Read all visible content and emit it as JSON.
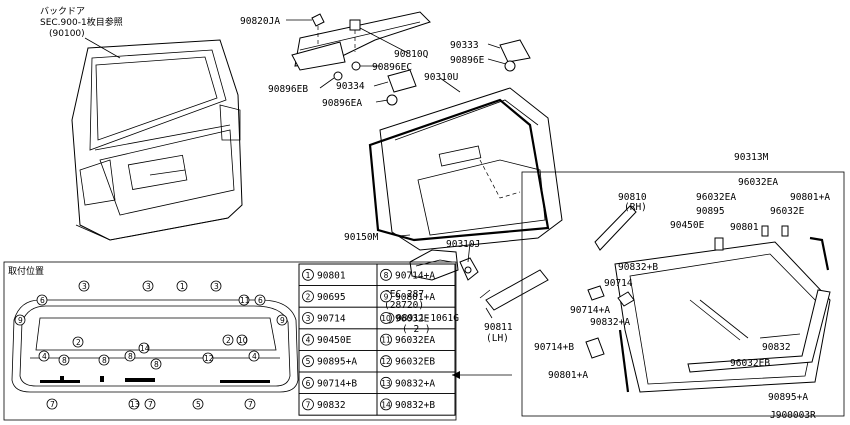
{
  "sec_note": {
    "line1": "バックドア",
    "line2": "SEC.900-1枚目参照",
    "line3": "(90100)"
  },
  "callouts": {
    "c90820JA": "90820JA",
    "c90810Q": "90810Q",
    "c90896EC": "90896EC",
    "c90896EB": "90896EB",
    "c90333": "90333",
    "c90896E": "90896E",
    "c90334": "90334",
    "c90310U": "90310U",
    "c90896EA": "90896EA",
    "c90150M": "90150M",
    "c90310J": "90310J",
    "c90313M": "90313M",
    "c90810": "90810",
    "c90810_rh": "(RH)",
    "c96032EA": "96032EA",
    "c96032EA_b": "96032EA",
    "c90801A_top": "90801+A",
    "c90895": "90895",
    "c96032E": "96032E",
    "c90450E": "90450E",
    "c90801": "90801",
    "c90832B": "90832+B",
    "c90714": "90714",
    "c90714A": "90714+A",
    "c90832A": "90832+A",
    "c90714B": "90714+B",
    "c90832": "90832",
    "c96032EB": "96032EB",
    "c90801A_bot": "90801+A",
    "c90895A": "90895+A",
    "c90811": "90811",
    "c90811_lh": "(LH)",
    "sec287": "SEC.287",
    "sec287_sub": "(28720)",
    "c08911": "08911-1061G",
    "c08911_qty": "( 2 )",
    "c08911_n": "N",
    "diagram_code": "J900003R"
  },
  "inset": {
    "title": "取付位置",
    "legend": [
      {
        "num": "1",
        "part": "90801"
      },
      {
        "num": "2",
        "part": "90695"
      },
      {
        "num": "3",
        "part": "90714"
      },
      {
        "num": "4",
        "part": "90450E"
      },
      {
        "num": "5",
        "part": "90895+A"
      },
      {
        "num": "6",
        "part": "90714+B"
      },
      {
        "num": "7",
        "part": "90832"
      },
      {
        "num": "8",
        "part": "90714+A"
      },
      {
        "num": "9",
        "part": "90801+A"
      },
      {
        "num": "10",
        "part": "96032E"
      },
      {
        "num": "11",
        "part": "96032EA"
      },
      {
        "num": "12",
        "part": "96032EB"
      },
      {
        "num": "13",
        "part": "90832+A"
      },
      {
        "num": "14",
        "part": "90832+B"
      }
    ],
    "markers": {
      "m1": "1",
      "m2a": "2",
      "m2b": "2",
      "m3a": "3",
      "m3b": "3",
      "m3c": "3",
      "m4a": "4",
      "m4b": "4",
      "m5": "5",
      "m6a": "6",
      "m6b": "6",
      "m7a": "7",
      "m7b": "7",
      "m7c": "7",
      "m8a": "8",
      "m8b": "8",
      "m8c": "8",
      "m8d": "8",
      "m9a": "9",
      "m9b": "9",
      "m10": "10",
      "m11": "11",
      "m12": "12",
      "m13": "13",
      "m14": "14"
    }
  }
}
